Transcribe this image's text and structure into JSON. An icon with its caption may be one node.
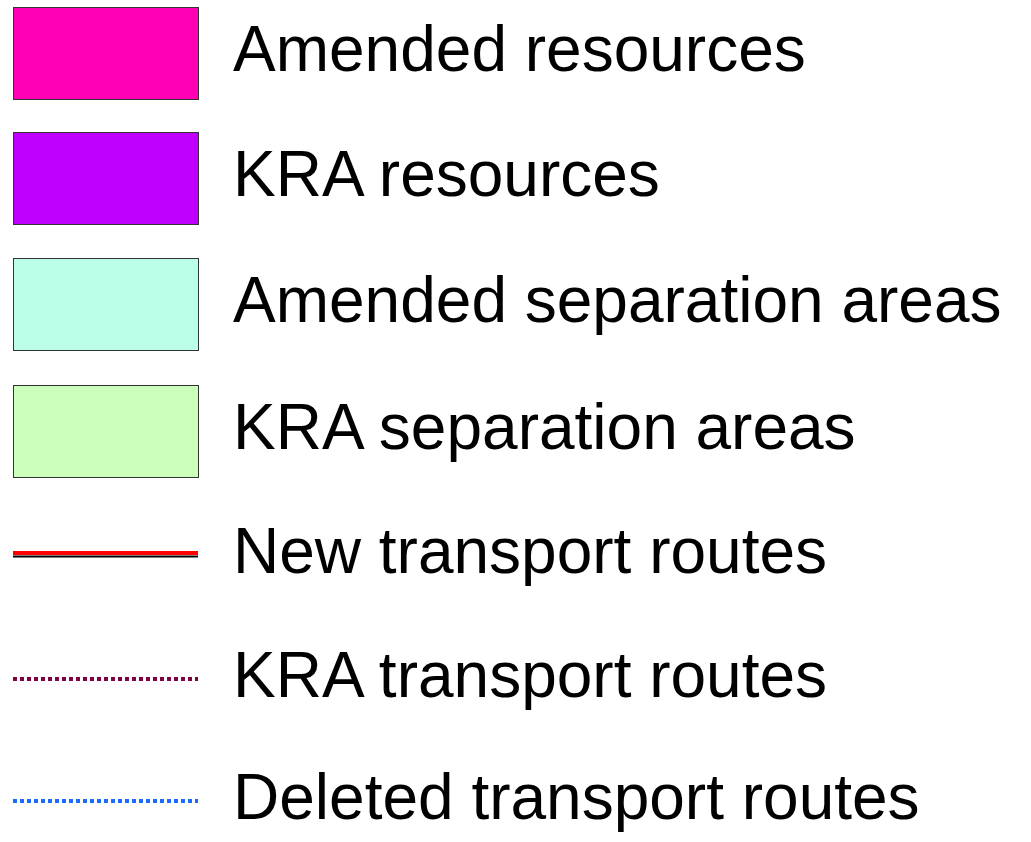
{
  "diagram": {
    "legend": [
      {
        "text": "Amended resources",
        "color": "#ff00b4"
      },
      {
        "text": "KRA resources",
        "color": "#c000ff"
      },
      {
        "text": "Amended separation areas",
        "color": "#bbffe8"
      },
      {
        "text": "KRA separation areas",
        "color": "#ccffbb"
      },
      {
        "text": "New transport routes"
      },
      {
        "text": "KRA transport routes"
      },
      {
        "text": "Deleted transport routes"
      }
    ]
  }
}
